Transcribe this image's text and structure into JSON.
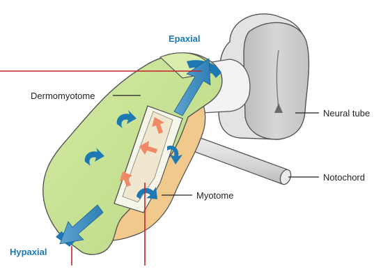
{
  "labels": {
    "epaxial": "Epaxial",
    "hypaxial": "Hypaxial",
    "dermomyotome": "Dermomyotome",
    "myotome": "Myotome",
    "neural_tube": "Neural tube",
    "notochord": "Notochord"
  },
  "colors": {
    "accent_blue": "#1e78b4",
    "dermomyotome_green": "#c5df8e",
    "myotome_orange": "#f2c98c",
    "neural_tube_gray": "#cfcfcf",
    "pointer_red": "#c8202a",
    "arrow_salmon": "#f08a66"
  }
}
